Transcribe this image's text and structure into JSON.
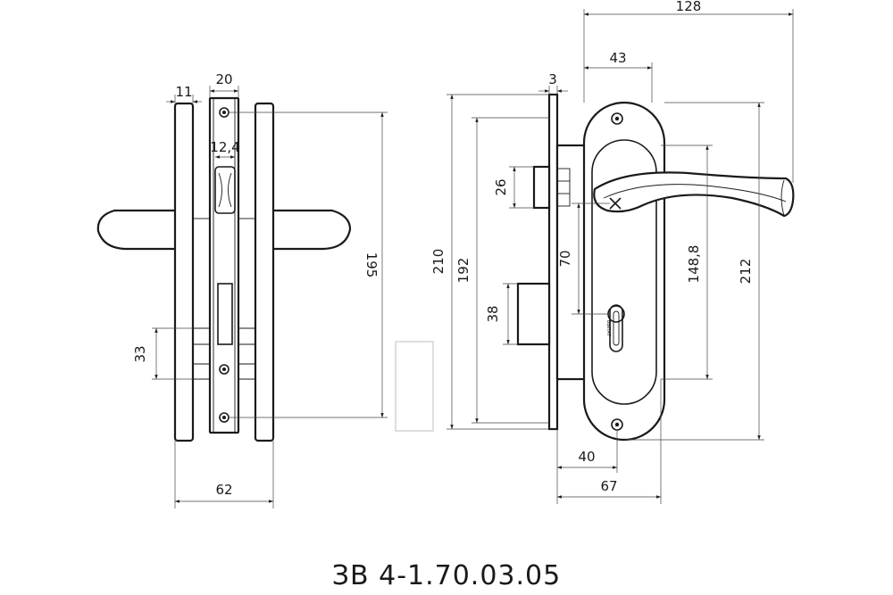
{
  "drawing": {
    "model_code": "ЗВ 4-1.70.03.05",
    "front_view": {
      "dims": {
        "width_11": "11",
        "width_20": "20",
        "width_12_4": "12,4",
        "height_195": "195",
        "height_33": "33",
        "width_62": "62"
      }
    },
    "side_view": {
      "dims": {
        "width_128": "128",
        "width_43": "43",
        "width_3": "3",
        "height_210": "210",
        "height_192": "192",
        "height_26": "26",
        "height_70": "70",
        "height_38": "38",
        "height_148_8": "148,8",
        "height_212": "212",
        "width_40": "40",
        "width_67": "67"
      },
      "cylinder_label": "ВЫПАТ"
    }
  }
}
